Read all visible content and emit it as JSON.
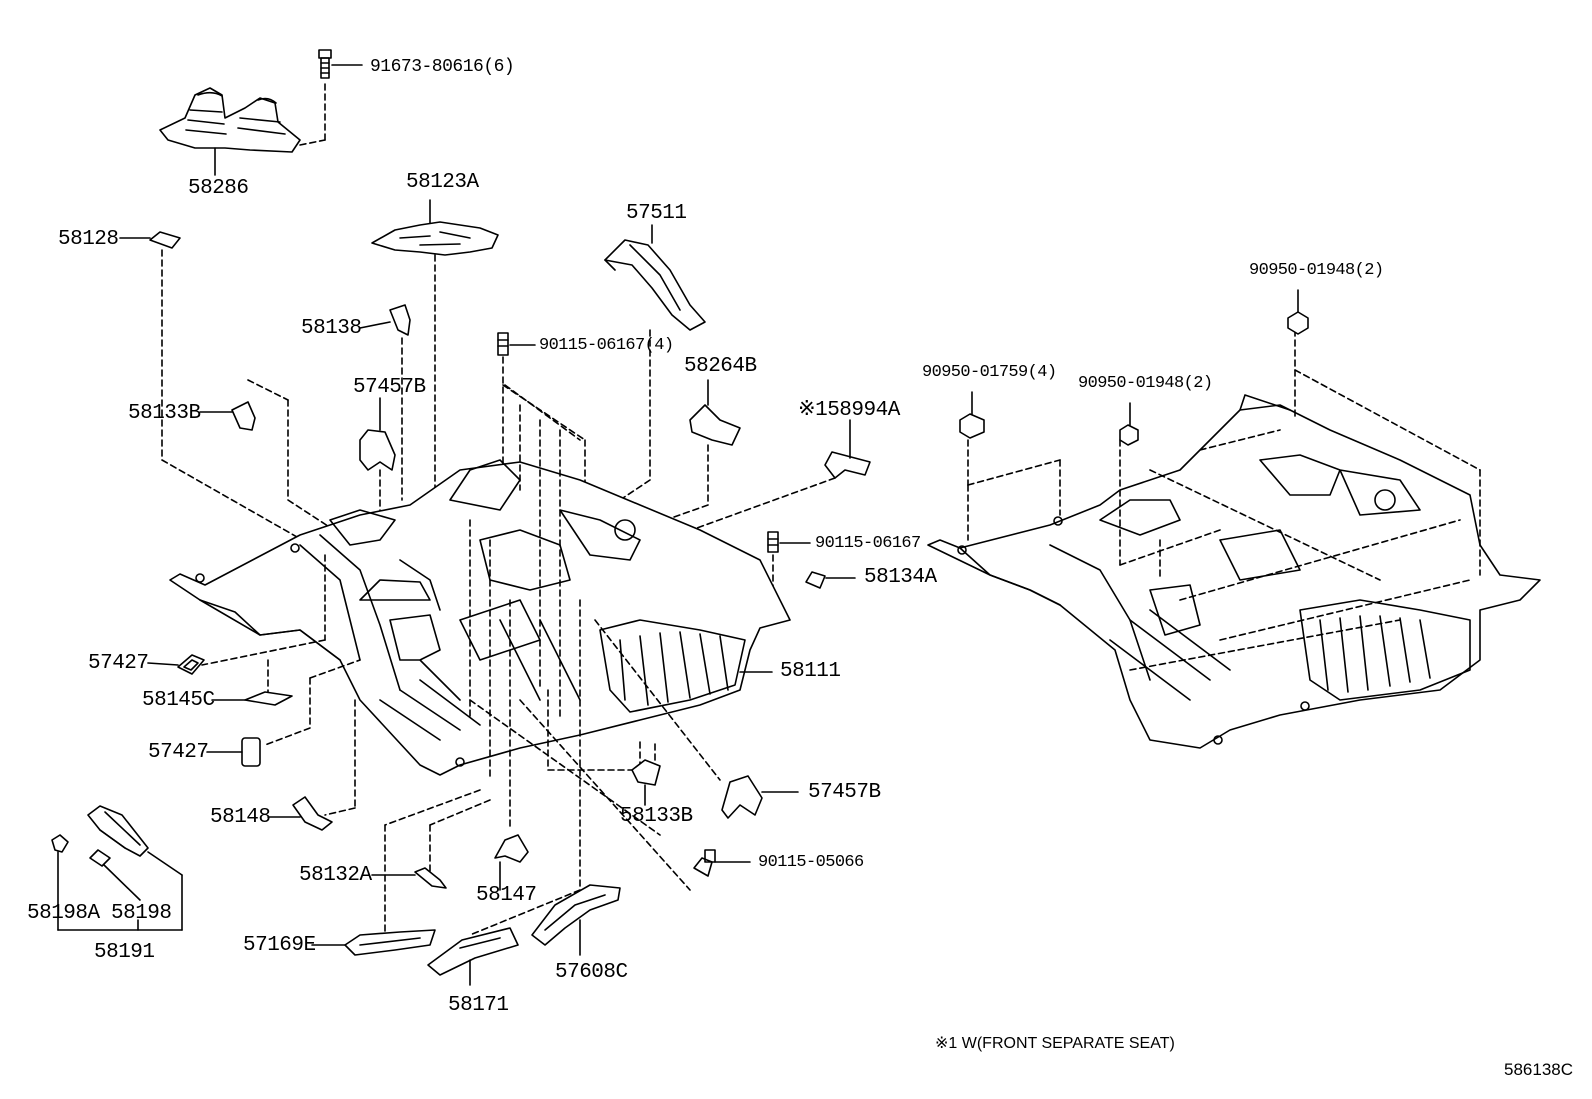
{
  "diagram": {
    "labels": {
      "p91673": "91673-80616(6)",
      "p58286": "58286",
      "p58123A": "58123A",
      "p58128": "58128",
      "p57511": "57511",
      "p58138": "58138",
      "p90115_4": "90115-06167(4)",
      "p58264B": "58264B",
      "p57457B_top": "57457B",
      "p58133B_top": "58133B",
      "p58994A": "※158994A",
      "p90115_06167": "90115-06167",
      "p58134A": "58134A",
      "p57427_a": "57427",
      "p58111": "58111",
      "p58145C": "58145C",
      "p57427_b": "57427",
      "p58148": "58148",
      "p58133B_bot": "58133B",
      "p57457B_bot": "57457B",
      "p58198A": "58198A",
      "p58198": "58198",
      "p58191": "58191",
      "p58132A": "58132A",
      "p58147": "58147",
      "p90115_05066": "90115-05066",
      "p57169E": "57169E",
      "p57608C": "57608C",
      "p58171": "58171",
      "p90950_01948_top": "90950-01948(2)",
      "p90950_01759": "90950-01759(4)",
      "p90950_01948_mid": "90950-01948(2)"
    },
    "footnote": "※1 W(FRONT SEPARATE SEAT)",
    "figure_code": "586138C"
  }
}
